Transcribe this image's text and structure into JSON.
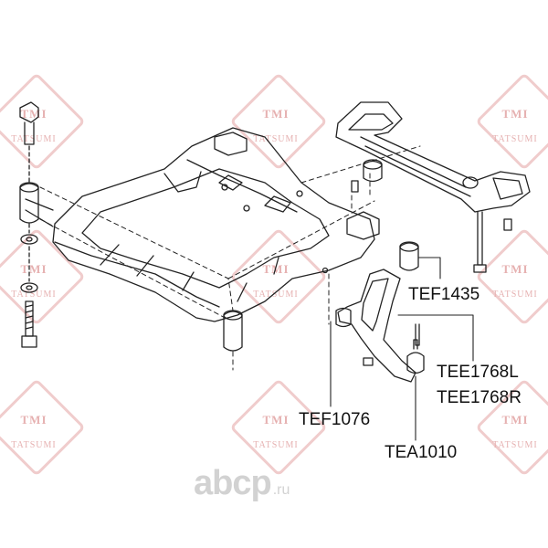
{
  "watermark": {
    "brand": "TMI",
    "sub": "TATSUMI"
  },
  "parts": {
    "tef1435": "TEF1435",
    "tee1768l": "TEE1768L",
    "tee1768r": "TEE1768R",
    "tef1076": "TEF1076",
    "tea1010": "TEA1010"
  },
  "logo": {
    "main": "abcp",
    "suffix": ".ru"
  },
  "colors": {
    "watermark": "#e6b1b1",
    "line": "#222222",
    "logo": "#d2d2d2"
  }
}
